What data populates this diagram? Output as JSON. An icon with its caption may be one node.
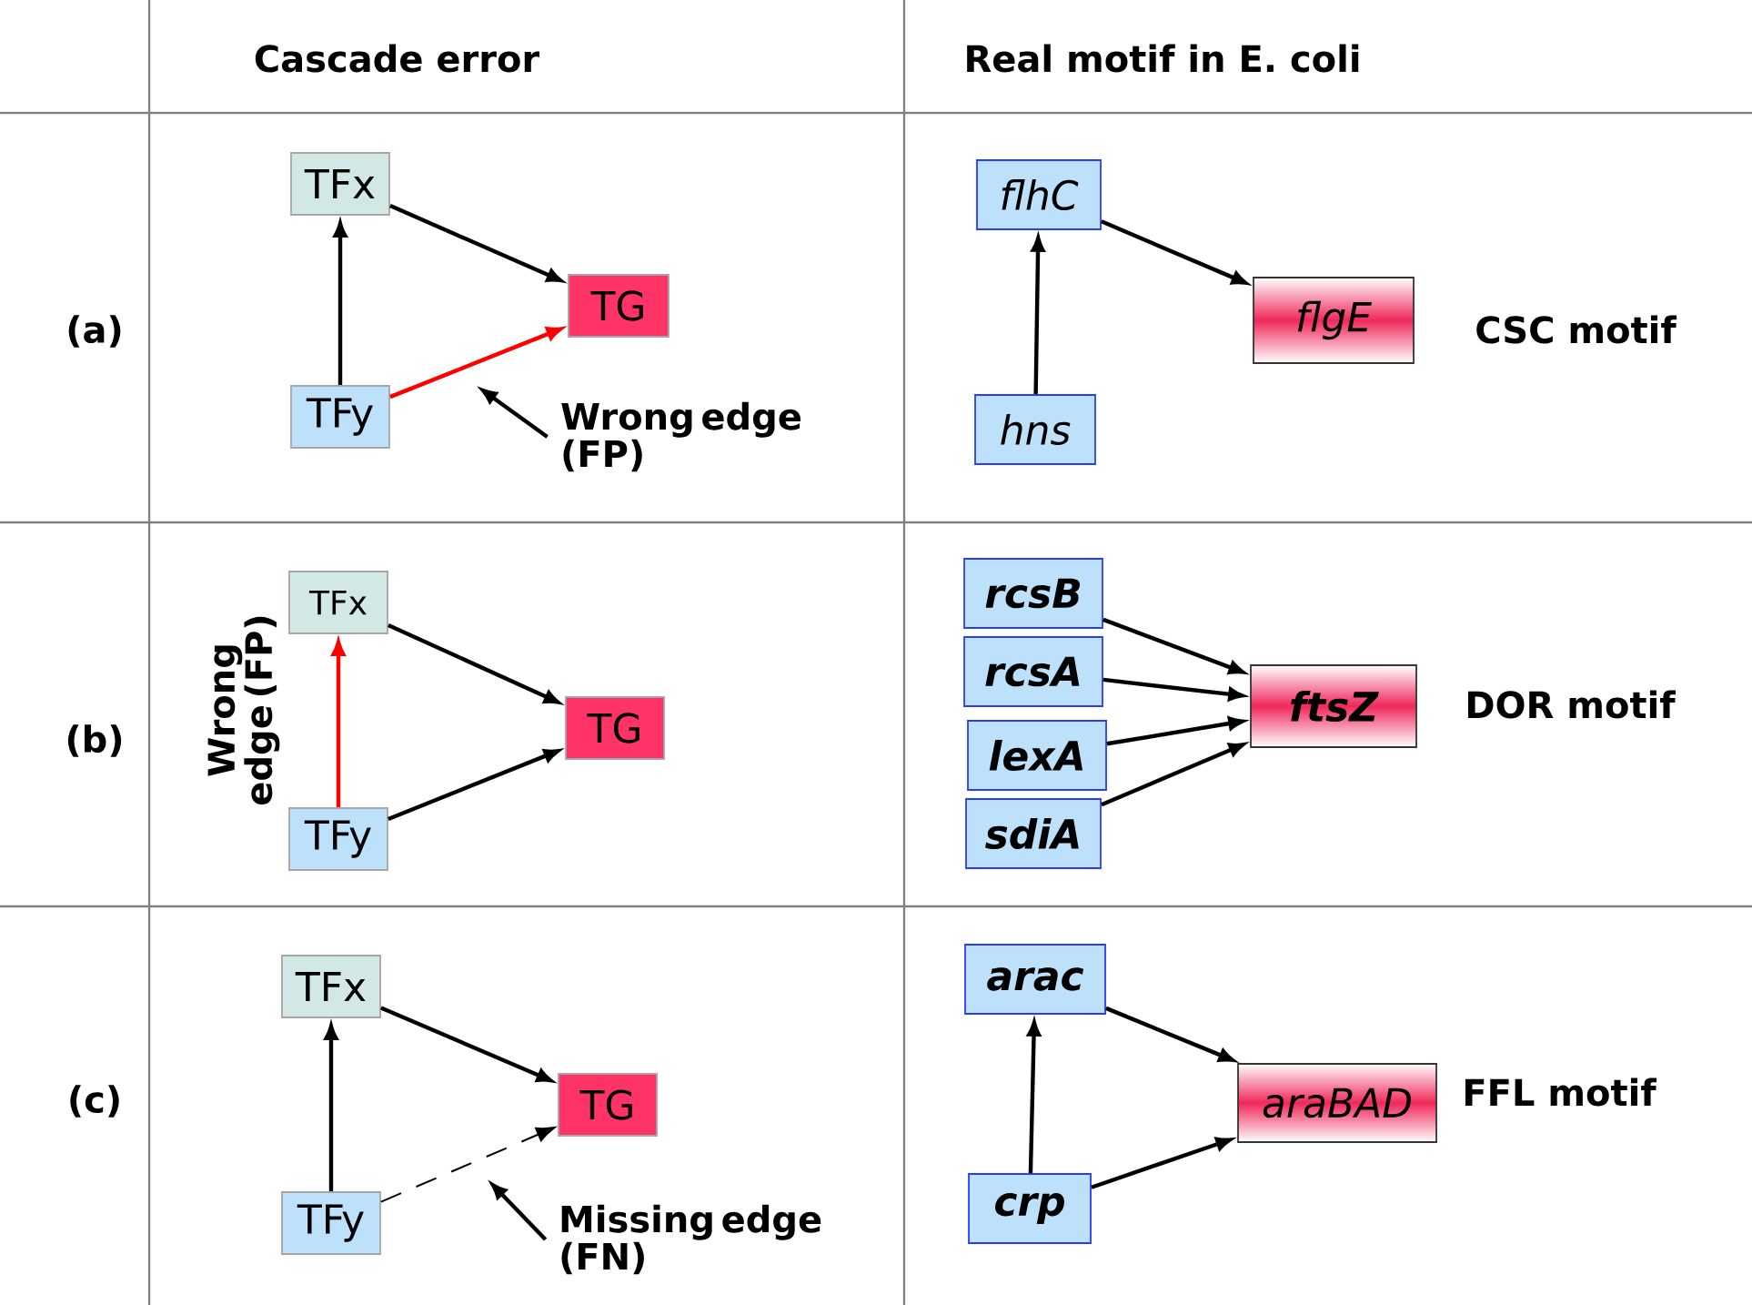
{
  "diagram": {
    "nodes": [
      {
        "text": [
          "TFx"
        ]
      },
      {
        "text": [
          "TG"
        ]
      },
      {
        "text": [
          "TFy"
        ]
      },
      {
        "text": [
          "Wrong edge (FP)"
        ]
      },
      {
        "text": [
          "flhC"
        ]
      },
      {
        "text": [
          "flgE"
        ]
      },
      {
        "text": [
          "hns"
        ]
      },
      {
        "text": [
          "TFx"
        ]
      },
      {
        "text": [
          "TG"
        ]
      },
      {
        "text": [
          "TFy"
        ]
      },
      {
        "text": [
          "rcsB"
        ]
      },
      {
        "text": [
          "rcsA"
        ]
      },
      {
        "text": [
          "ftsZ"
        ]
      },
      {
        "text": [
          "lexA"
        ]
      },
      {
        "text": [
          "sdiA"
        ]
      },
      {
        "text": [
          "TFx"
        ]
      },
      {
        "text": [
          "TG"
        ]
      },
      {
        "text": [
          "TFy"
        ]
      },
      {
        "text": [
          "Missing edge (FN)"
        ]
      },
      {
        "text": [
          "arac"
        ]
      },
      {
        "text": [
          "araBAD"
        ]
      },
      {
        "text": [
          "crp"
        ]
      }
    ],
    "edges": [
      {
        "from": 2,
        "to": 0,
        "arrow": "to"
      },
      {
        "from": 0,
        "to": 1,
        "arrow": "to"
      },
      {
        "from": 2,
        "to": 1,
        "arrow": "to",
        "color": "#ff0000"
      },
      {
        "from": 3,
        "to": null,
        "arrow": "to"
      },
      {
        "from": 6,
        "to": 4,
        "arrow": "to"
      },
      {
        "from": 4,
        "to": 5,
        "arrow": "to"
      },
      {
        "from": 7,
        "to": 8,
        "arrow": "to"
      },
      {
        "from": 9,
        "to": 8,
        "arrow": "to"
      },
      {
        "from": 9,
        "to": 7,
        "arrow": "to",
        "color": "#ff0000"
      },
      {
        "from": 10,
        "to": 12,
        "arrow": "to"
      },
      {
        "from": 11,
        "to": 12,
        "arrow": "to"
      },
      {
        "from": 13,
        "to": 12,
        "arrow": "to"
      },
      {
        "from": 14,
        "to": 12,
        "arrow": "to"
      },
      {
        "from": 17,
        "to": 15,
        "arrow": "to"
      },
      {
        "from": 15,
        "to": 16,
        "arrow": "to"
      },
      {
        "from": 17,
        "to": 16,
        "arrow": "to",
        "style": "dashed"
      },
      {
        "from": 18,
        "to": null,
        "arrow": "to"
      },
      {
        "from": 21,
        "to": 19,
        "arrow": "to"
      },
      {
        "from": 19,
        "to": 20,
        "arrow": "to"
      },
      {
        "from": 21,
        "to": 20,
        "arrow": "to"
      }
    ],
    "labels": [
      "Cascade error",
      "Real motif in E. coli",
      "(a)",
      "CSC motif",
      "(b)",
      "Wrong edge (FP)",
      "DOR motif",
      "(c)",
      "FFL motif"
    ]
  }
}
